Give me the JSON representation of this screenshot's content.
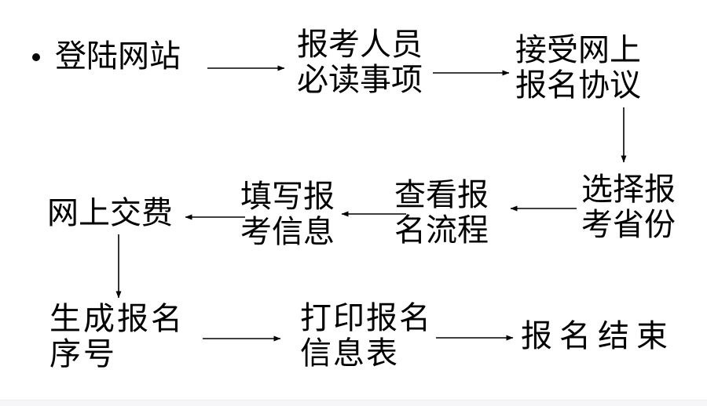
{
  "page": {
    "background": "#ffffff",
    "ink_color": "#000000",
    "bottom_strip_color": "#f6f6f8"
  },
  "diagram": {
    "type": "flowchart",
    "topic": "网上报名流程",
    "nodes": {
      "login": {
        "line1": "登陆网站"
      },
      "notice": {
        "line1": "报考人员",
        "line2": "必读事项"
      },
      "agreement": {
        "line1": "接受网上",
        "line2": "报名协议"
      },
      "province": {
        "line1": "选择报",
        "line2": "考省份"
      },
      "view": {
        "line1": "查看报",
        "line2": "名流程"
      },
      "fill": {
        "line1": "填写报",
        "line2": "考信息"
      },
      "pay": {
        "line1": "网上交费"
      },
      "serial": {
        "line1": "生成报名",
        "line2": "序号"
      },
      "print": {
        "line1": "打印报名",
        "line2": "信息表"
      },
      "end": {
        "line1": "报名结束"
      }
    },
    "edges": [
      {
        "from": "登陆网站",
        "to": "报考人员必读事项",
        "direction": "right"
      },
      {
        "from": "报考人员必读事项",
        "to": "接受网上报名协议",
        "direction": "right"
      },
      {
        "from": "接受网上报名协议",
        "to": "选择报考省份",
        "direction": "down"
      },
      {
        "from": "选择报考省份",
        "to": "查看报名流程",
        "direction": "left"
      },
      {
        "from": "查看报名流程",
        "to": "填写报考信息",
        "direction": "left"
      },
      {
        "from": "填写报考信息",
        "to": "网上交费",
        "direction": "left"
      },
      {
        "from": "网上交费",
        "to": "生成报名序号",
        "direction": "down"
      },
      {
        "from": "生成报名序号",
        "to": "打印报名信息表",
        "direction": "right"
      },
      {
        "from": "打印报名信息表",
        "to": "报名结束",
        "direction": "right"
      }
    ]
  }
}
